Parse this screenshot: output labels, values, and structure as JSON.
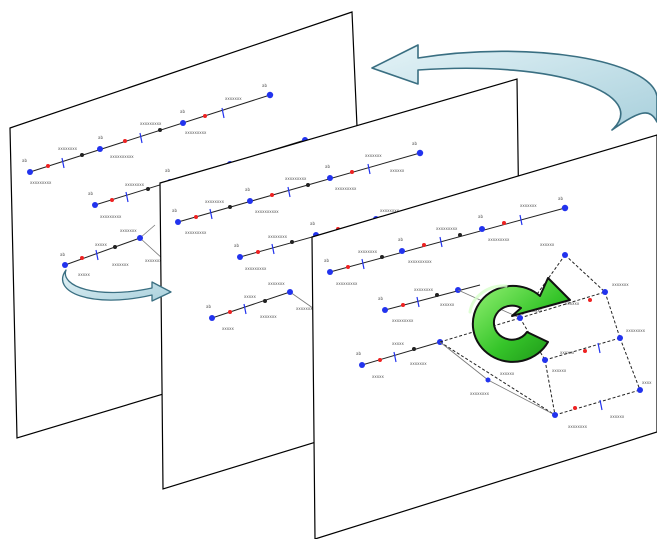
{
  "colors": {
    "panel_fill": "#ffffff",
    "panel_stroke": "#000000",
    "node_blue": "#2233ee",
    "node_red": "#ee2222",
    "edge_dark": "#222222",
    "edge_gray": "#666666",
    "arrow_teal_fill": "#c5e2ea",
    "arrow_teal_stroke": "#3a6f82",
    "cycle_green_light": "#7be860",
    "cycle_green_dark": "#1f9a1a",
    "cycle_stroke": "#111111"
  },
  "panels": [
    {
      "name": "back",
      "label_style": "tiny-illegible"
    },
    {
      "name": "middle",
      "label_style": "tiny-illegible"
    },
    {
      "name": "front",
      "label_style": "tiny-illegible"
    }
  ],
  "icons": {
    "loop_back": "curved-arrow-icon",
    "small_loop": "curved-arrow-icon",
    "refresh": "circular-refresh-icon"
  }
}
